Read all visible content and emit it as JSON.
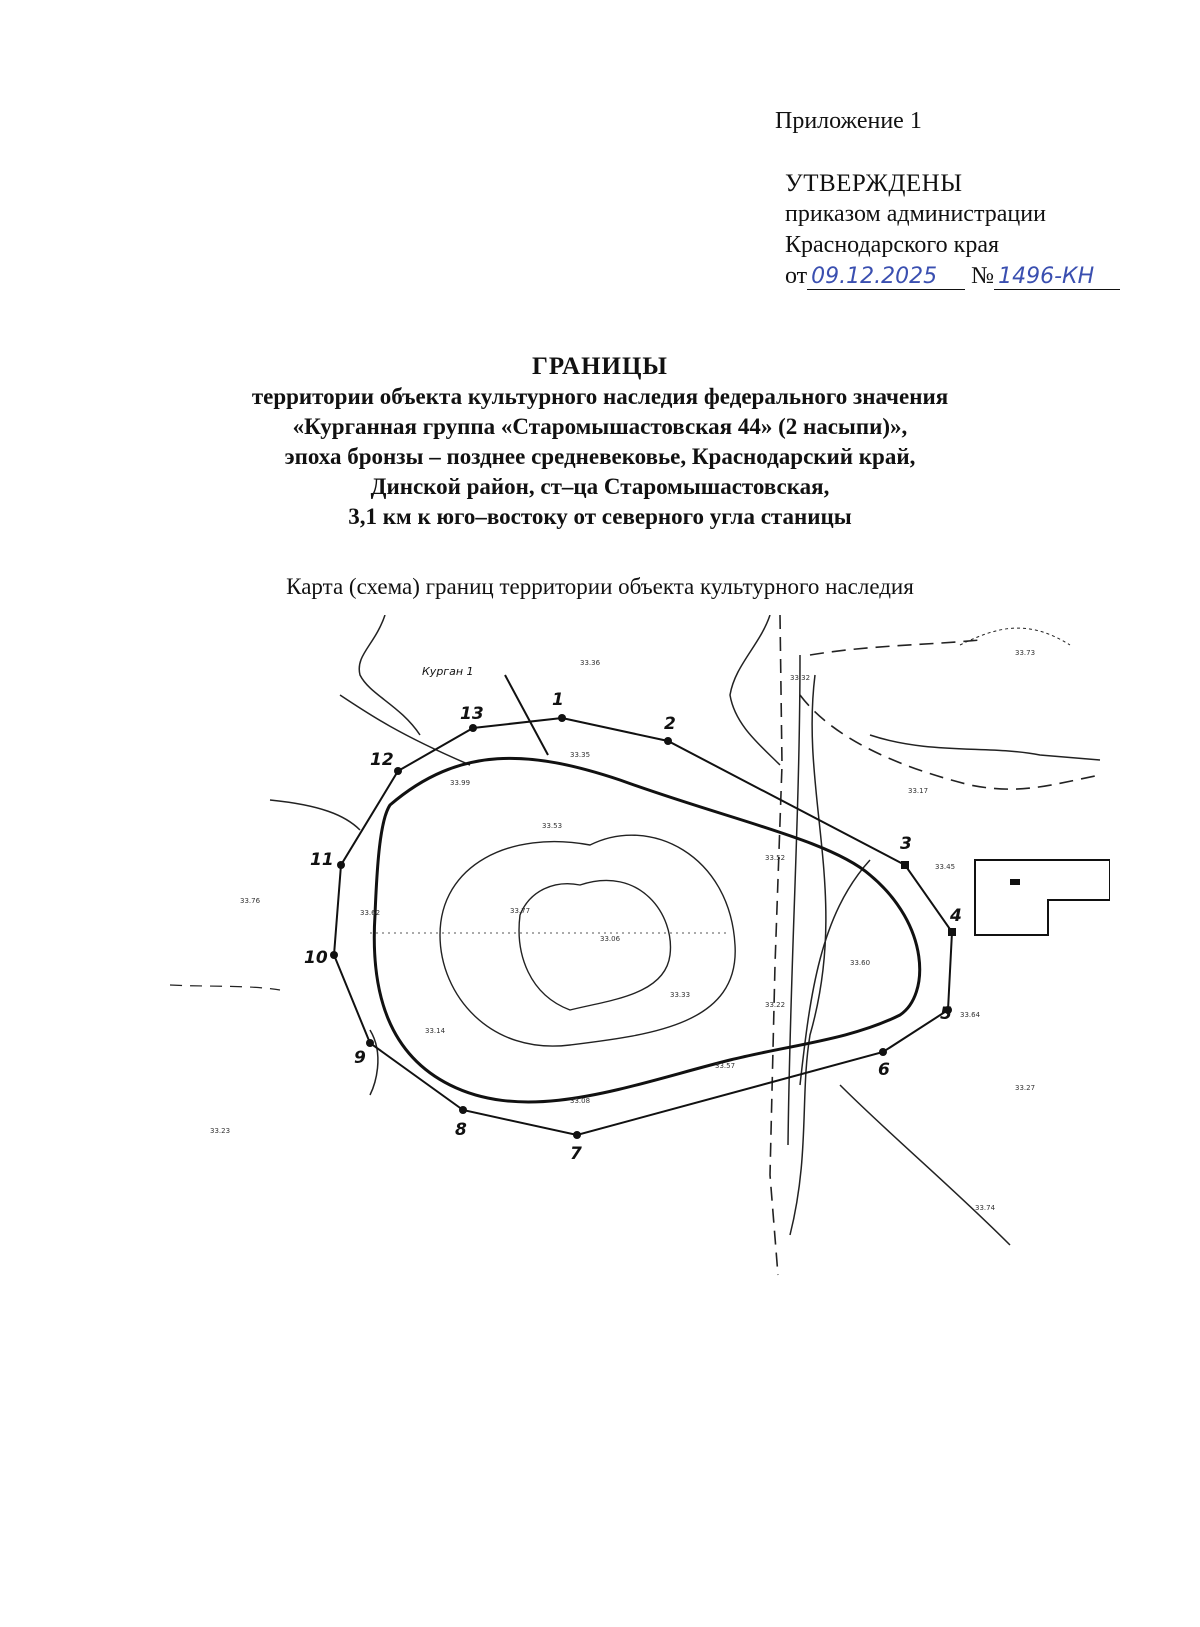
{
  "header": {
    "appendix": "Приложение 1",
    "approved": "УТВЕРЖДЕНЫ",
    "order_line1": "приказом администрации",
    "order_line2": "Краснодарского края",
    "date_prefix": "от",
    "date_value": "09.12.2025",
    "number_prefix": "№",
    "number_value": "1496-КН"
  },
  "title": {
    "main": "ГРАНИЦЫ",
    "lines": [
      "территории объекта культурного наследия федерального значения",
      "«Курганная группа «Старомышастовская 44» (2 насыпи)»,",
      "эпоха бронзы – позднее средневековье, Краснодарский край,",
      "Динской район, ст–ца Старомышастовская,",
      "3,1 км к юго–востоку от северного угла станицы"
    ]
  },
  "subtitle": "Карта (схема) границ территории объекта культурного наследия",
  "map": {
    "kurgan_label": "Курган 1",
    "boundary_points": [
      "1",
      "2",
      "3",
      "4",
      "5",
      "6",
      "7",
      "8",
      "9",
      "10",
      "11",
      "12",
      "13"
    ],
    "elevations": [
      "33.36",
      "33.35",
      "33.17",
      "33.73",
      "33.32",
      "33.53",
      "33.99",
      "33.76",
      "33.62",
      "33.77",
      "33.06",
      "33.33",
      "33.14",
      "33.22",
      "33.60",
      "33.52",
      "33.45",
      "33.64",
      "33.57",
      "33.08",
      "33.27",
      "33.23",
      "33.74"
    ]
  }
}
